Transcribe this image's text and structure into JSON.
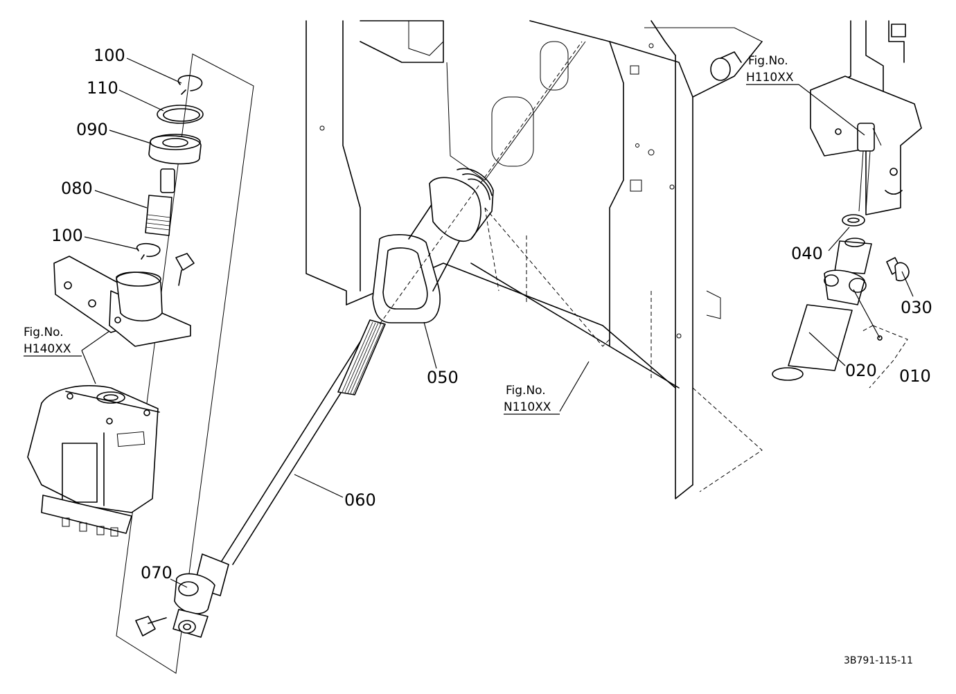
{
  "callouts": {
    "p100a": "100",
    "p110": "110",
    "p090": "090",
    "p080": "080",
    "p100b": "100",
    "p050": "050",
    "p060": "060",
    "p070": "070",
    "p040": "040",
    "p030": "030",
    "p020": "020",
    "p010": "010"
  },
  "references": {
    "h140": {
      "label": "Fig.No.",
      "code": "H140XX"
    },
    "h110": {
      "label": "Fig.No.",
      "code": "H110XX"
    },
    "n110": {
      "label": "Fig.No.",
      "code": "N110XX"
    }
  },
  "drawing_code": "3B791-115-11"
}
